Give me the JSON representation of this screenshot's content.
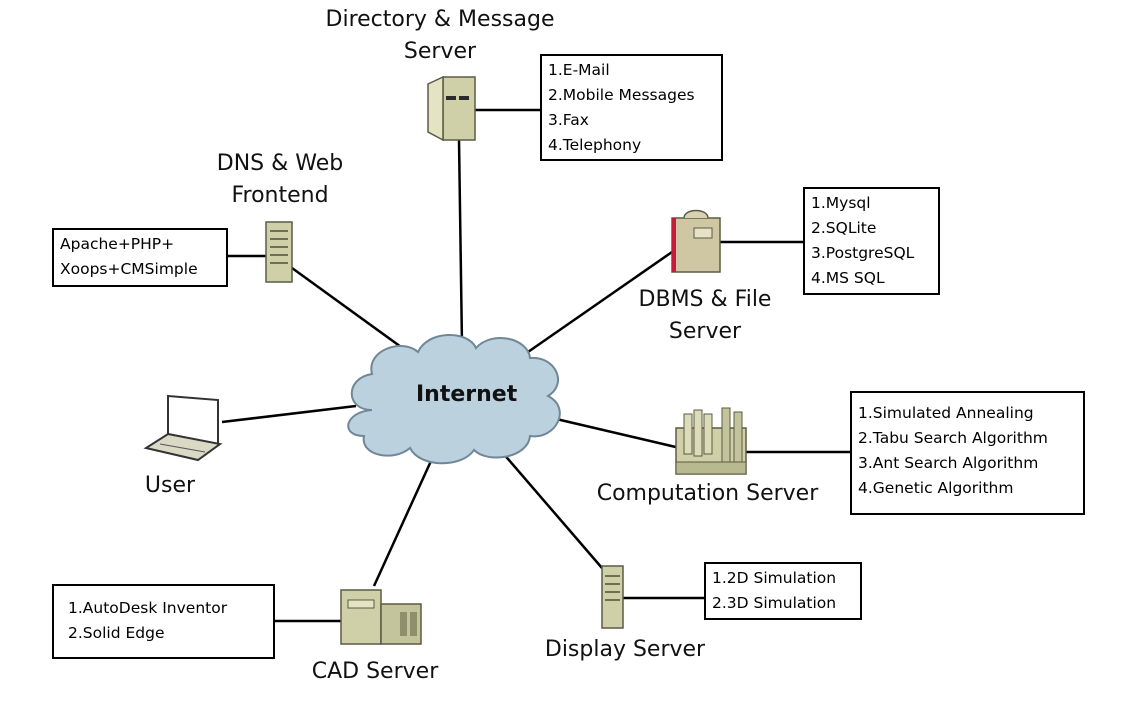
{
  "cloud_label": "Internet",
  "nodes": {
    "directory": {
      "name_lines": [
        "Directory & Message",
        "Server"
      ],
      "items": [
        "1.E-Mail",
        "2.Mobile Messages",
        "3.Fax",
        "4.Telephony"
      ]
    },
    "dns": {
      "name_lines": [
        "DNS & Web",
        "Frontend"
      ],
      "items": [
        "Apache+PHP+",
        "Xoops+CMSimple"
      ]
    },
    "dbms": {
      "name_lines": [
        "DBMS & File",
        "Server"
      ],
      "items": [
        "1.Mysql",
        "2.SQLite",
        "3.PostgreSQL",
        "4.MS SQL"
      ]
    },
    "user": {
      "name_lines": [
        "User"
      ]
    },
    "computation": {
      "name_lines": [
        "Computation Server"
      ],
      "items": [
        "1.Simulated Annealing",
        "2.Tabu Search Algorithm",
        "3.Ant Search Algorithm",
        "4.Genetic Algorithm"
      ]
    },
    "cad": {
      "name_lines": [
        "CAD Server"
      ],
      "items": [
        "1.AutoDesk Inventor",
        "2.Solid Edge"
      ]
    },
    "display": {
      "name_lines": [
        "Display Server"
      ],
      "items": [
        "1.2D Simulation",
        "2.3D Simulation"
      ]
    }
  }
}
